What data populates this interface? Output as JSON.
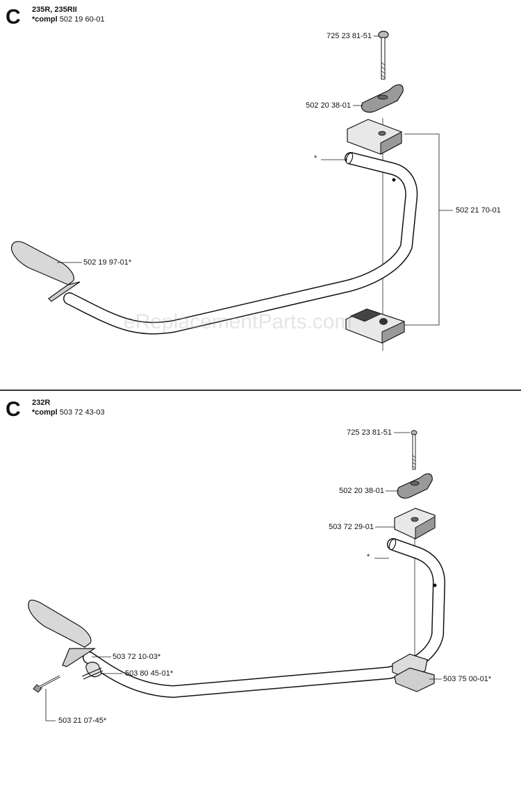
{
  "watermark": "eReplacementParts.com",
  "sections": [
    {
      "letter": "C",
      "models": "235R, 235RII",
      "compl_prefix": "*compl",
      "compl_number": "502 19 60-01",
      "labels": {
        "bolt": "725 23 81-51",
        "knob": "502 20 38-01",
        "asterisk": "*",
        "clamp_kit": "502 21 70-01",
        "grip": "502 19 97-01*"
      }
    },
    {
      "letter": "C",
      "models": "232R",
      "compl_prefix": "*compl",
      "compl_number": "503 72 43-03",
      "labels": {
        "bolt": "725 23 81-51",
        "knob": "502 20 38-01",
        "clamp": "503 72 29-01",
        "asterisk": "*",
        "grip": "503 72 10-03*",
        "cover": "503 80 45-01*",
        "screw": "503 21 07-45*",
        "bracket": "503 75 00-01*"
      }
    }
  ]
}
